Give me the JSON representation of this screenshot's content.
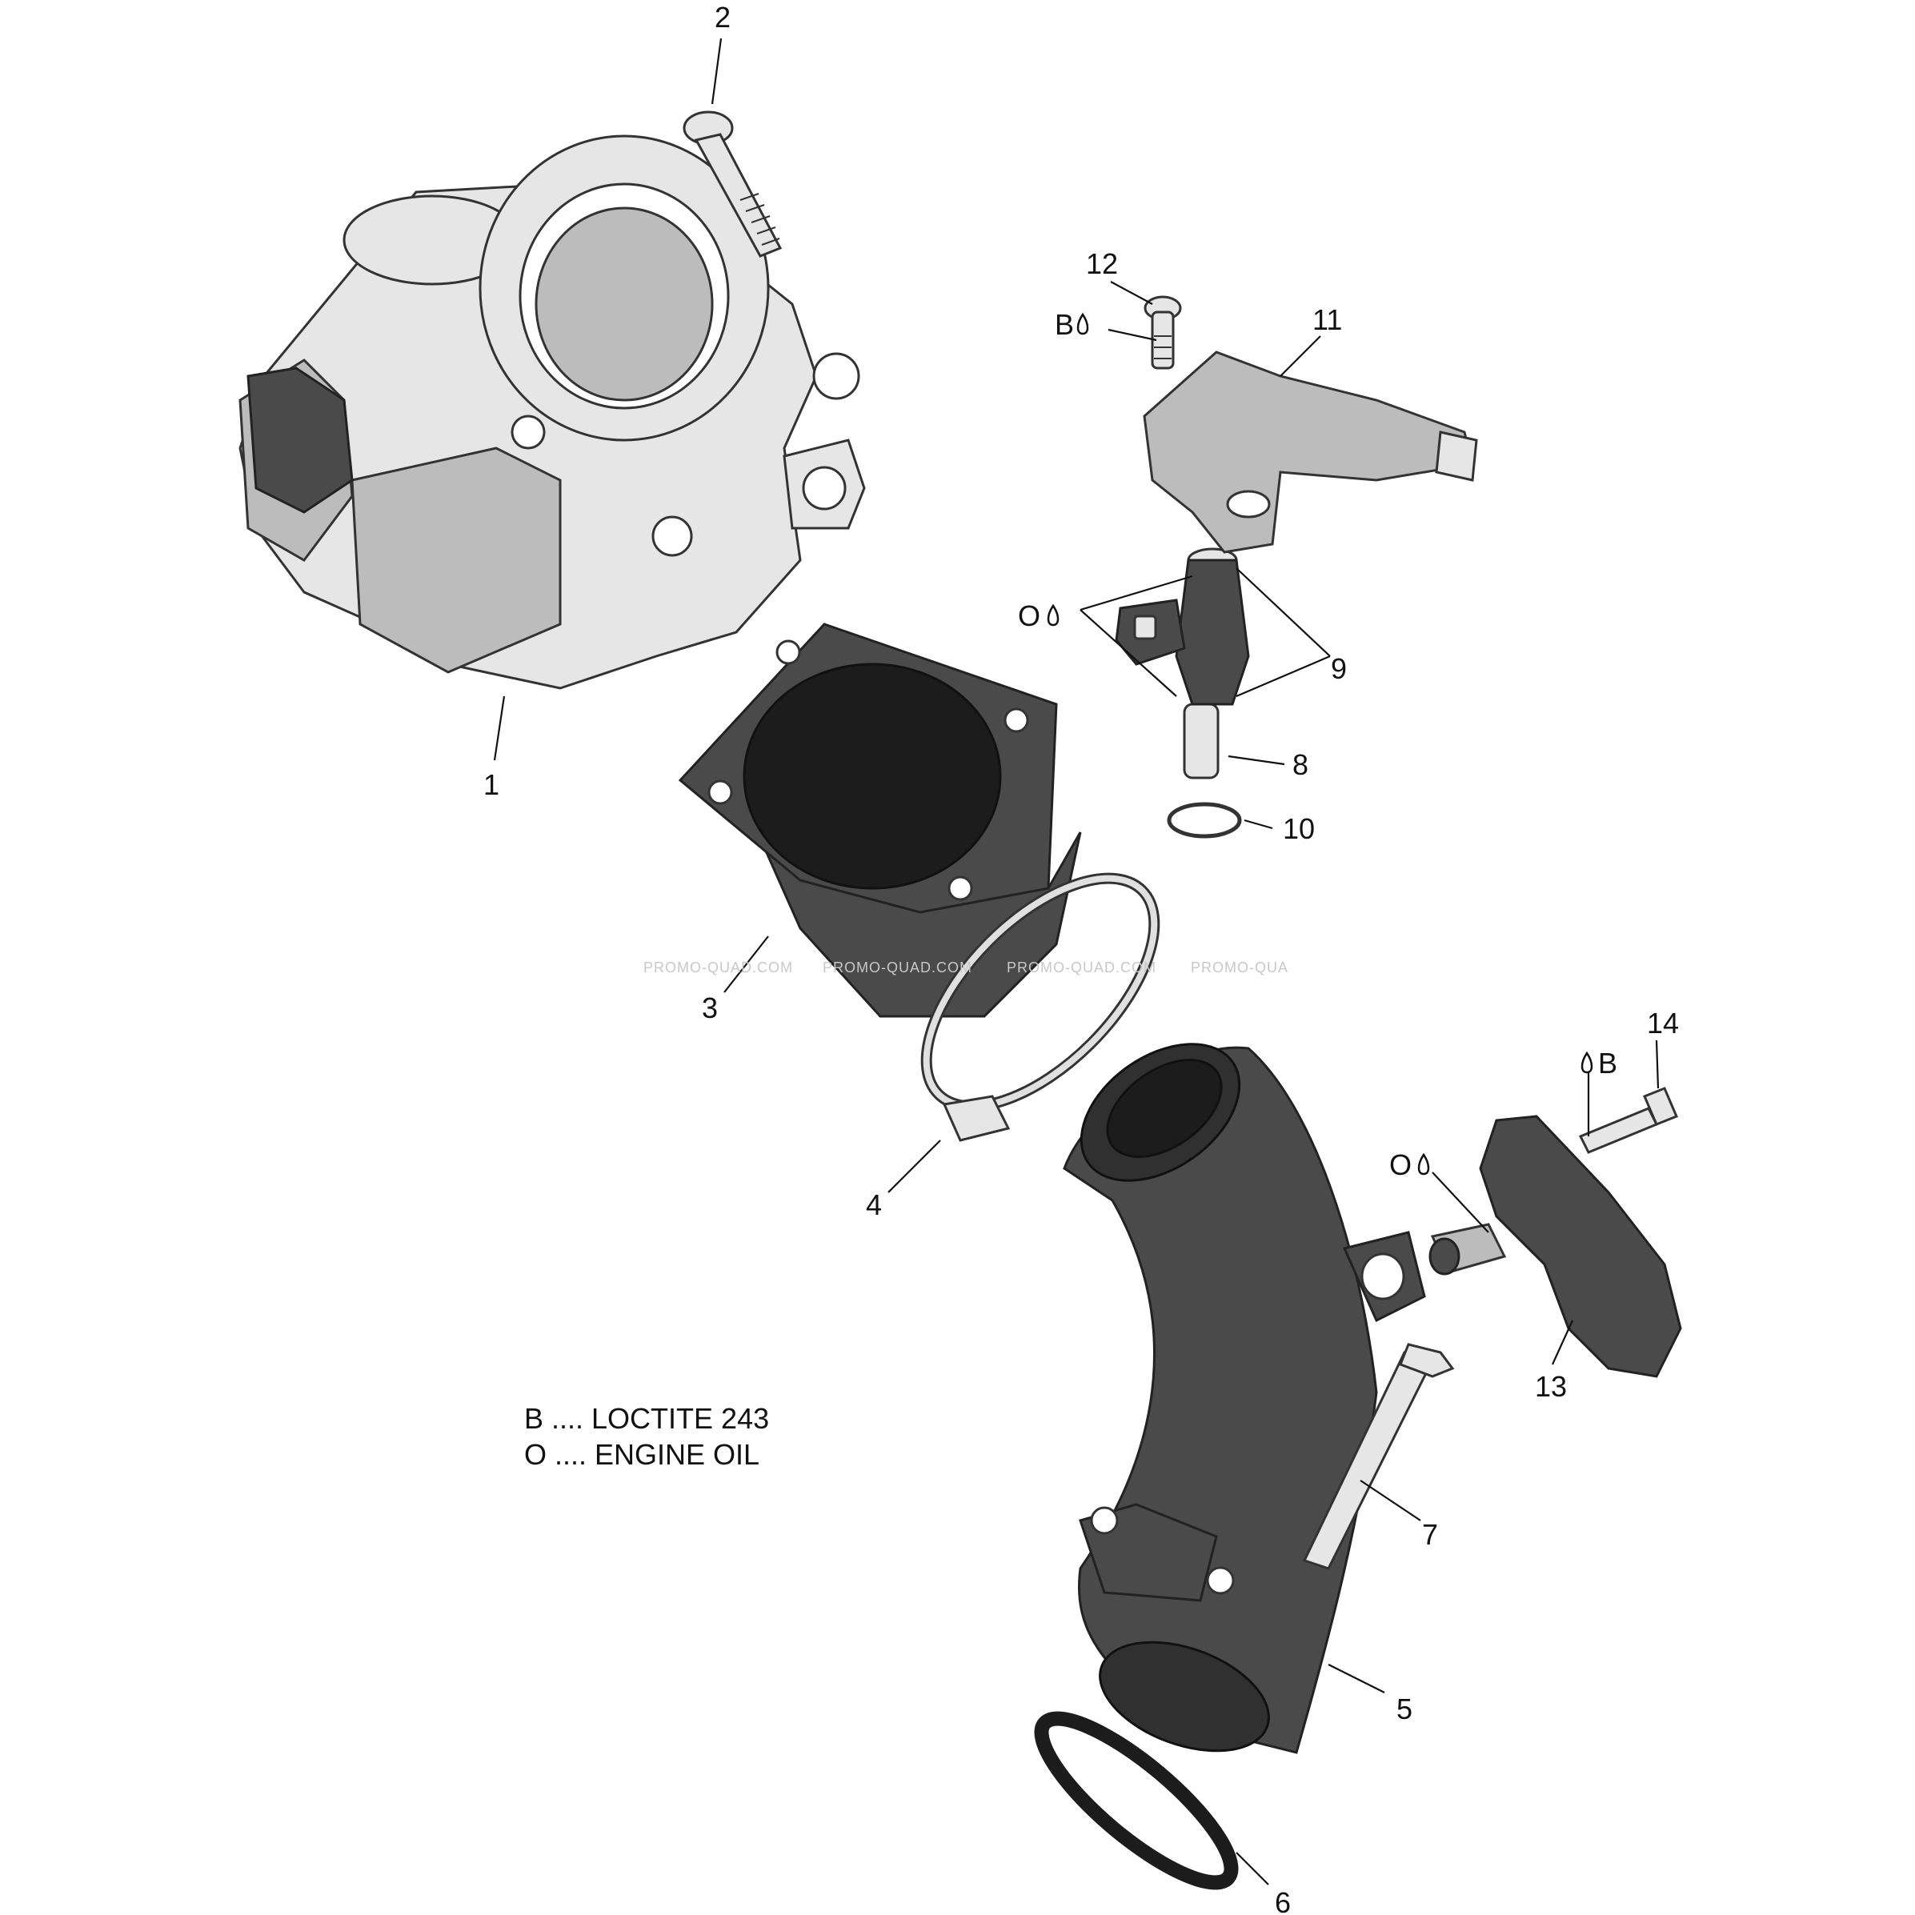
{
  "callouts": {
    "c1": "1",
    "c2": "2",
    "c3": "3",
    "c4": "4",
    "c5": "5",
    "c6": "6",
    "c7": "7",
    "c8": "8",
    "c9": "9",
    "c10": "10",
    "c11": "11",
    "c12": "12",
    "c13": "13",
    "c14": "14"
  },
  "markers": {
    "b_12": "B",
    "o_9": "O",
    "b_14": "B",
    "o_13": "O"
  },
  "legend": {
    "line1": "B .... LOCTITE 243",
    "line2": "O .... ENGINE OIL"
  },
  "watermark": {
    "w1": "PROMO-QUAD.COM",
    "w2": "PROMO-QUAD.COM",
    "w3": "PROMO-QUAD.COM",
    "w4": "PROMO-QUA"
  }
}
